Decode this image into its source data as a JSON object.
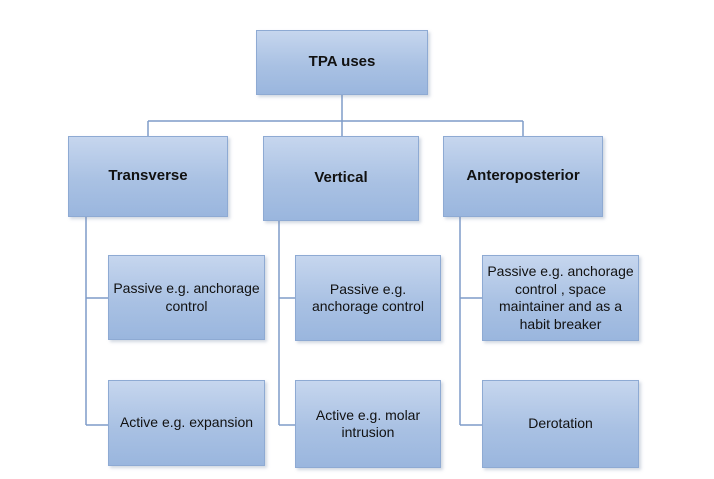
{
  "diagram": {
    "root": {
      "label": "TPA uses"
    },
    "categories": [
      {
        "label": "Transverse",
        "children": [
          "Passive e.g. anchorage control",
          "Active e.g.  expansion"
        ]
      },
      {
        "label": "Vertical",
        "children": [
          "Passive e.g. anchorage control",
          "Active e.g. molar intrusion"
        ]
      },
      {
        "label": "Anteroposterior",
        "children": [
          "Passive e.g. anchorage control , space maintainer and as a habit breaker",
          "Derotation"
        ]
      }
    ],
    "colors": {
      "box_fill_top": "#c6d6ee",
      "box_fill_bottom": "#9ab6de",
      "box_border": "#8eaad3",
      "connector": "#7f9cc9"
    }
  }
}
